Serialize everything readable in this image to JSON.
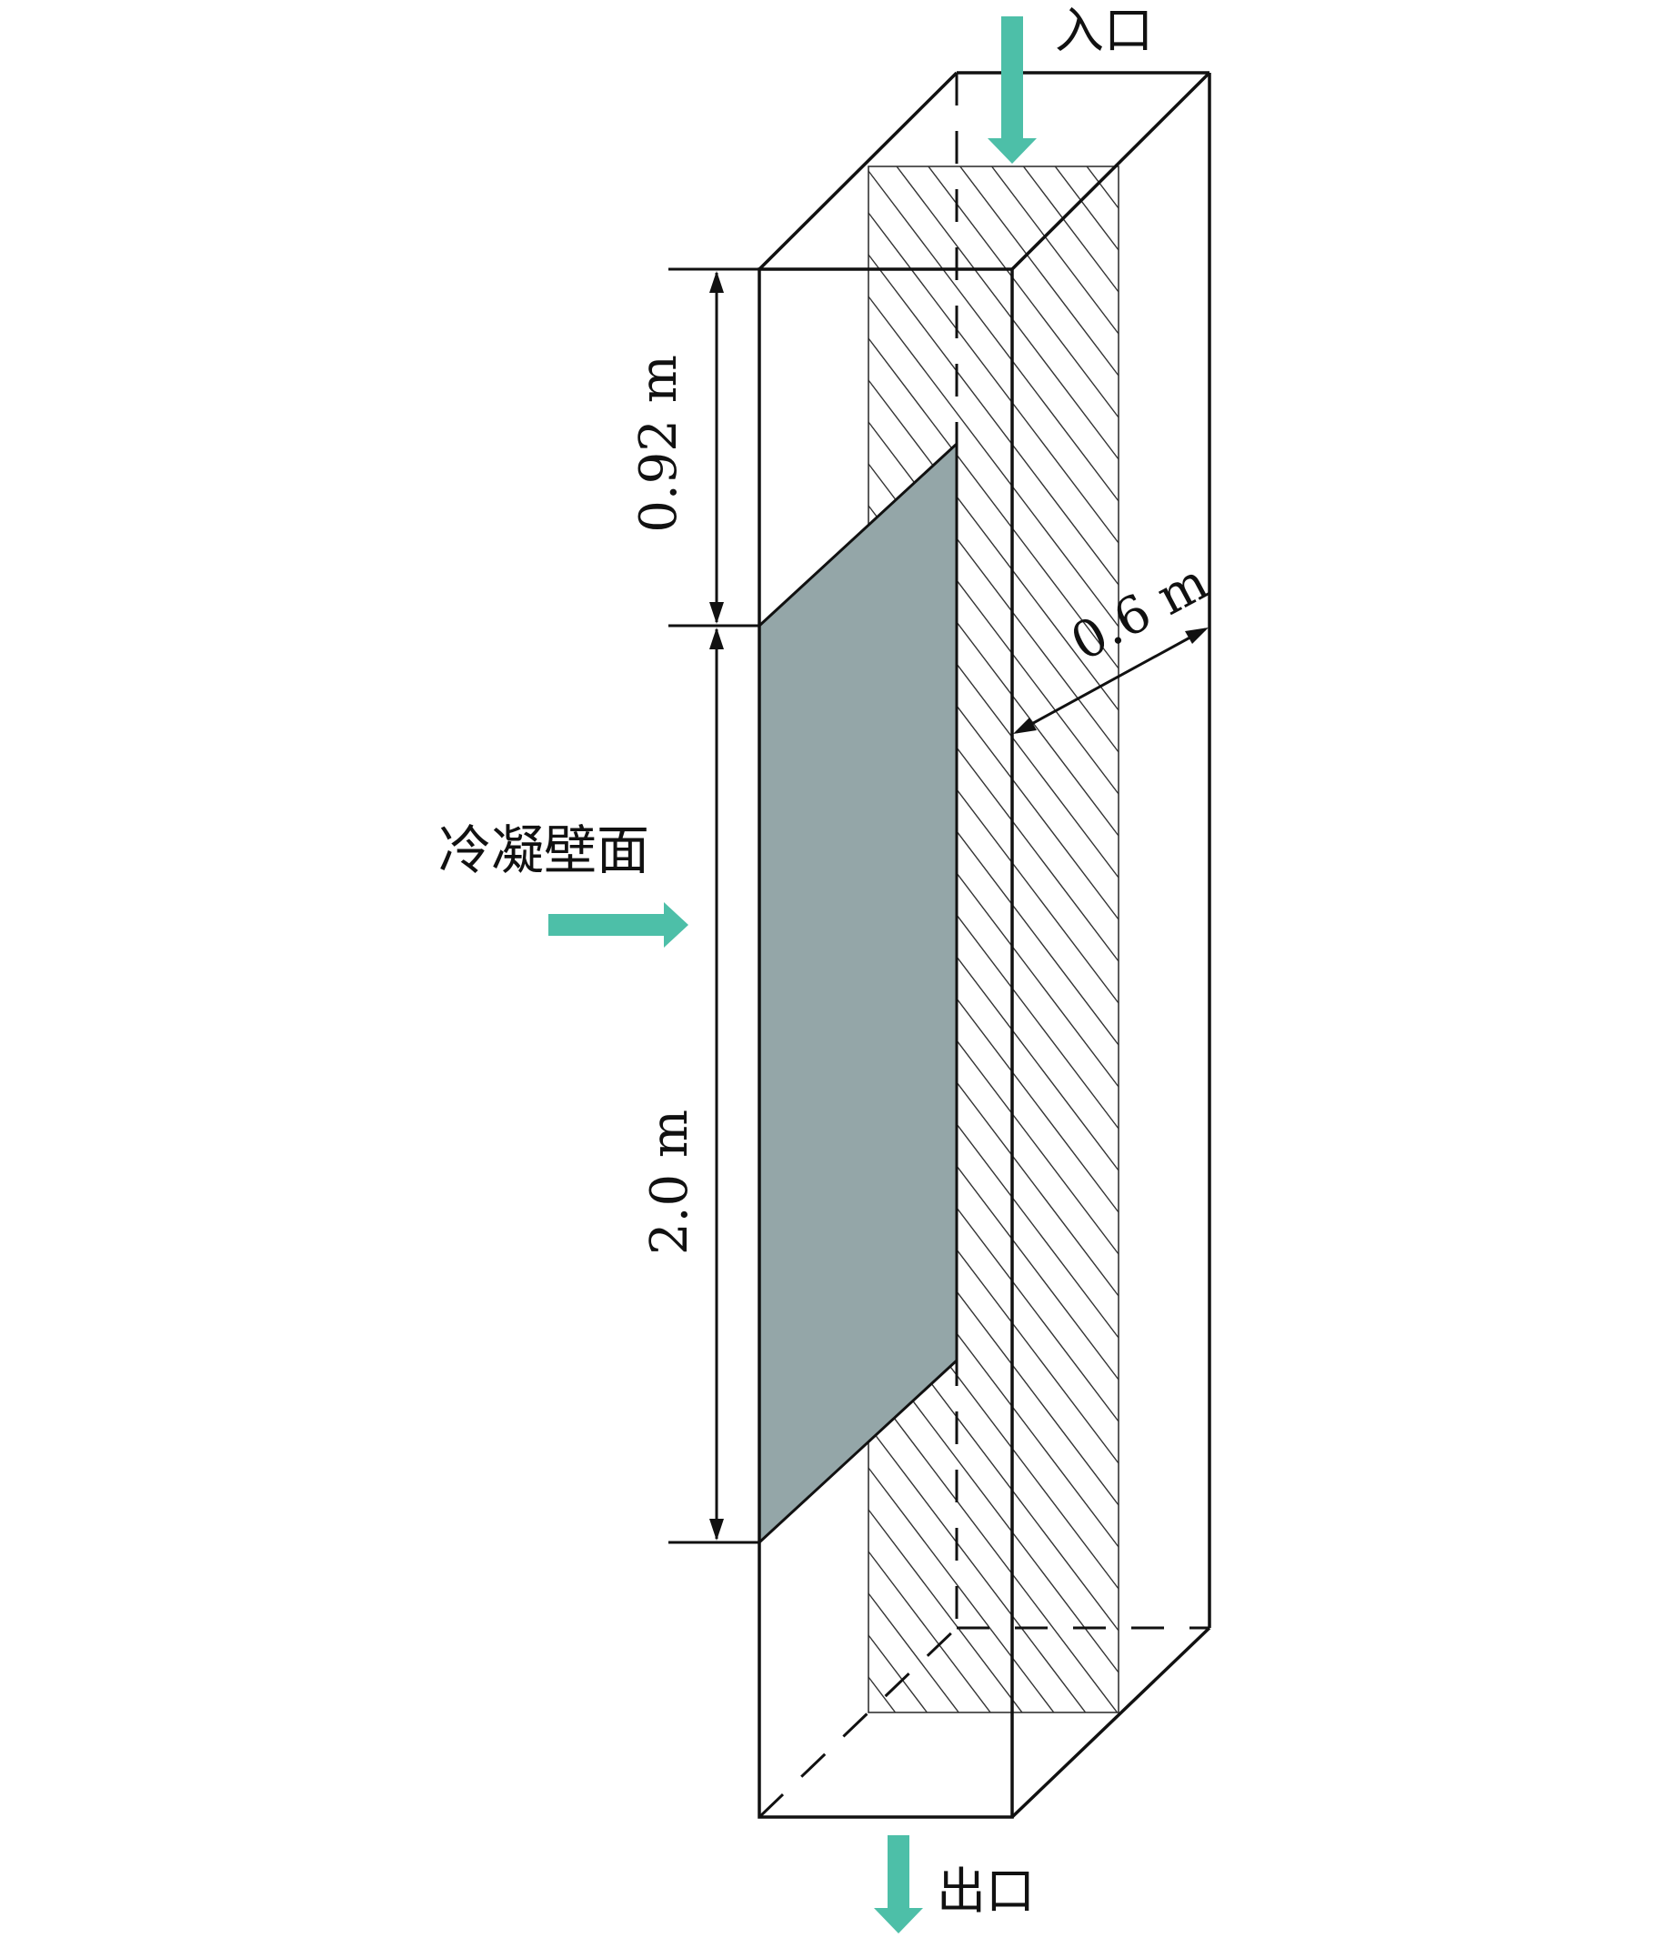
{
  "labels": {
    "inlet": "入口",
    "outlet": "出口",
    "condensing_wall": "冷凝壁面",
    "dim_top": "0.92 m",
    "dim_bottom": "2.0 m",
    "dim_depth": "0.6 m"
  },
  "colors": {
    "arrow": "#4dbfa8",
    "wall_fill": "#94a6a8",
    "line": "#111111"
  }
}
